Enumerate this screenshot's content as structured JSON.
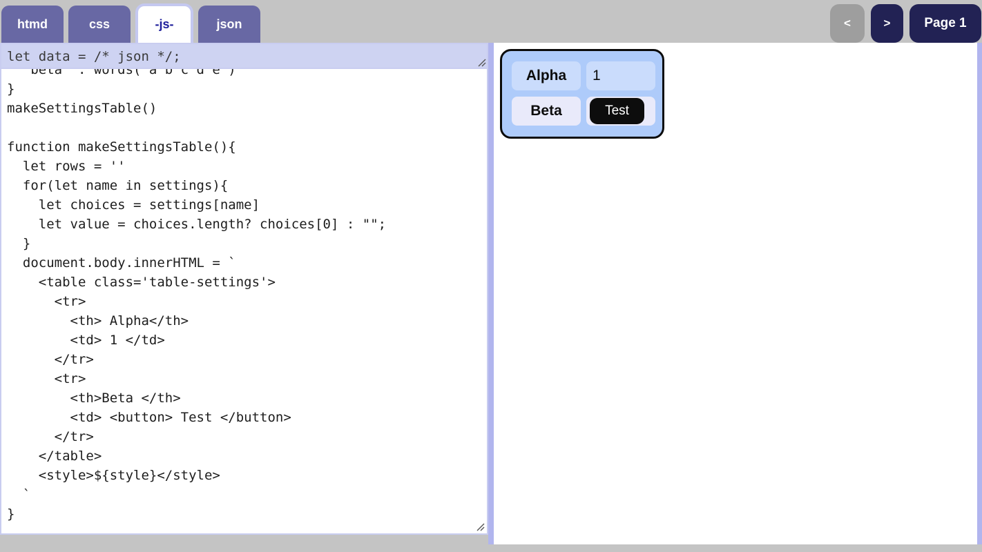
{
  "tabs": [
    {
      "label": "htmd",
      "active": false
    },
    {
      "label": "css",
      "active": false
    },
    {
      "label": "-js-",
      "active": true
    },
    {
      "label": "json",
      "active": false
    }
  ],
  "pager": {
    "prev": "<",
    "next": ">",
    "page": "Page 1"
  },
  "editor": {
    "header_line": "let data = /* json */;",
    "code_lines": [
      "  'beta' : words('a b c d e')",
      "}",
      "makeSettingsTable()",
      "",
      "function makeSettingsTable(){",
      "  let rows = ''",
      "  for(let name in settings){",
      "    let choices = settings[name]",
      "    let value = choices.length? choices[0] : \"\";",
      "  }",
      "  document.body.innerHTML = `",
      "    <table class='table-settings'>",
      "      <tr>",
      "        <th> Alpha</th>",
      "        <td> 1 </td>",
      "      </tr>",
      "      <tr>",
      "        <th>Beta </th>",
      "        <td> <button> Test </button>",
      "      </tr>",
      "    </table>",
      "    <style>${style}</style>",
      "  `",
      "}"
    ]
  },
  "preview": {
    "settings_table": {
      "rows": [
        {
          "name": "Alpha",
          "value": "1",
          "control": "text"
        },
        {
          "name": "Beta",
          "value": "Test",
          "control": "button"
        }
      ]
    }
  },
  "icons": {
    "resize_handle": "resize-grip-icon"
  },
  "colors": {
    "navy": "#222254",
    "tab-purple": "#6868a4",
    "active-tab-text": "#20209c",
    "tab-border": "#c4c8f0",
    "lavender": "#b1b5ee",
    "editor-header-bg": "#ced3f2",
    "table-bg": "#aecbfa",
    "cell-blue": "#cadcfc",
    "cell-light": "#e9eafa",
    "page-bg": "#c4c4c4",
    "button-black": "#0d0d0d",
    "disabled-gray": "#9e9e9e"
  }
}
